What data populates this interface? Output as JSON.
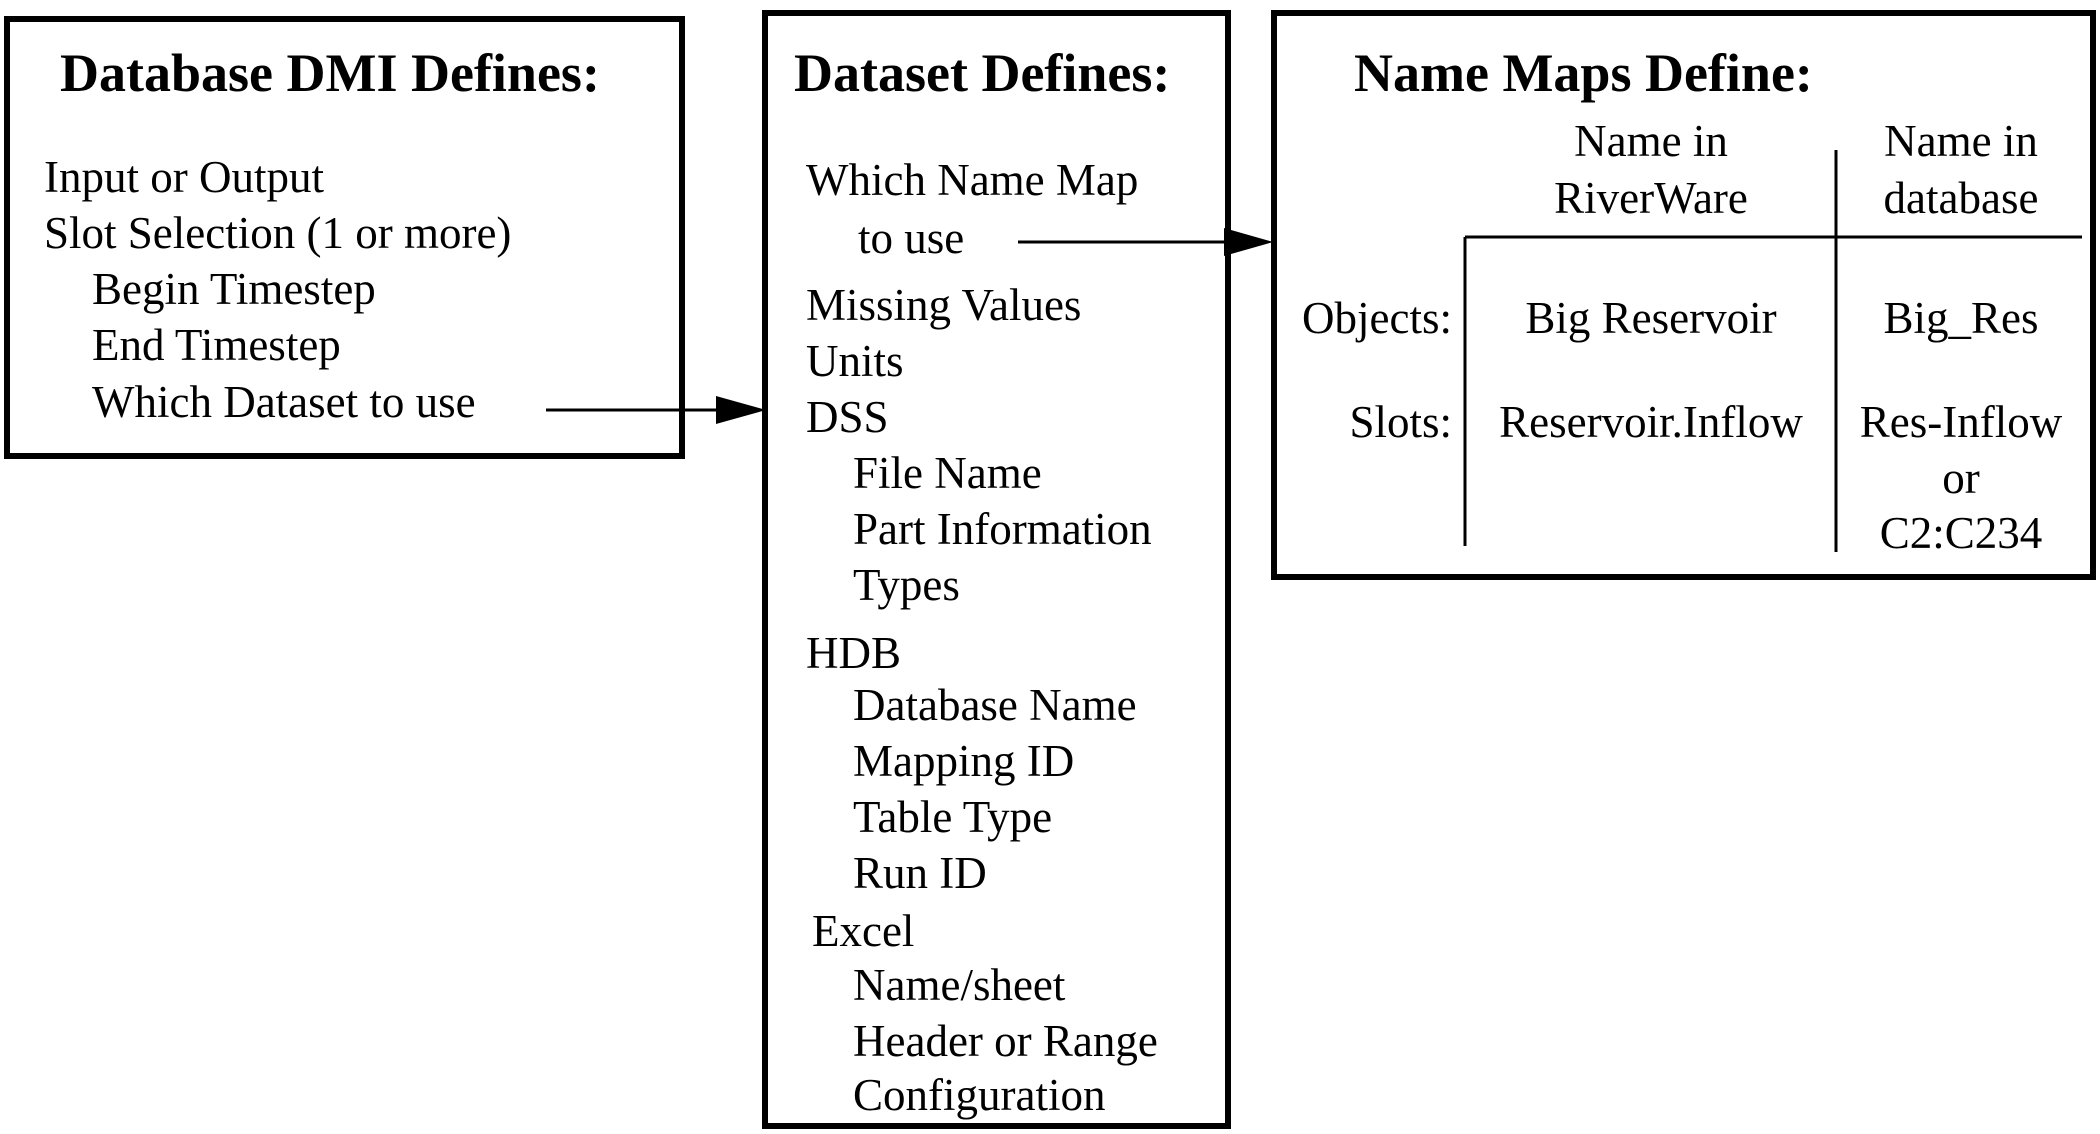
{
  "dmi": {
    "title": "Database DMI Defines:",
    "lines": [
      "Input or Output",
      "Slot Selection (1 or more)",
      "Begin Timestep",
      "End Timestep",
      "Which Dataset to use"
    ]
  },
  "dataset": {
    "title": "Dataset Defines:",
    "lines": [
      "Which Name Map",
      "to use",
      "Missing Values",
      "Units",
      "DSS",
      "File Name",
      "Part Information",
      "Types",
      "HDB",
      "Database Name",
      "Mapping ID",
      "Table Type",
      "Run ID",
      "Excel",
      "Name/sheet",
      "Header or Range",
      "Configuration"
    ]
  },
  "namemaps": {
    "title": "Name Maps Define:",
    "col_riverware": [
      "Name in",
      "RiverWare"
    ],
    "col_database": [
      "Name in",
      "database"
    ],
    "row_objects": "Objects:",
    "row_slots": "Slots:",
    "objects_riverware": "Big Reservoir",
    "objects_database": "Big_Res",
    "slots_riverware": "Reservoir.Inflow",
    "slots_database": [
      "Res-Inflow",
      "or",
      "C2:C234"
    ]
  }
}
